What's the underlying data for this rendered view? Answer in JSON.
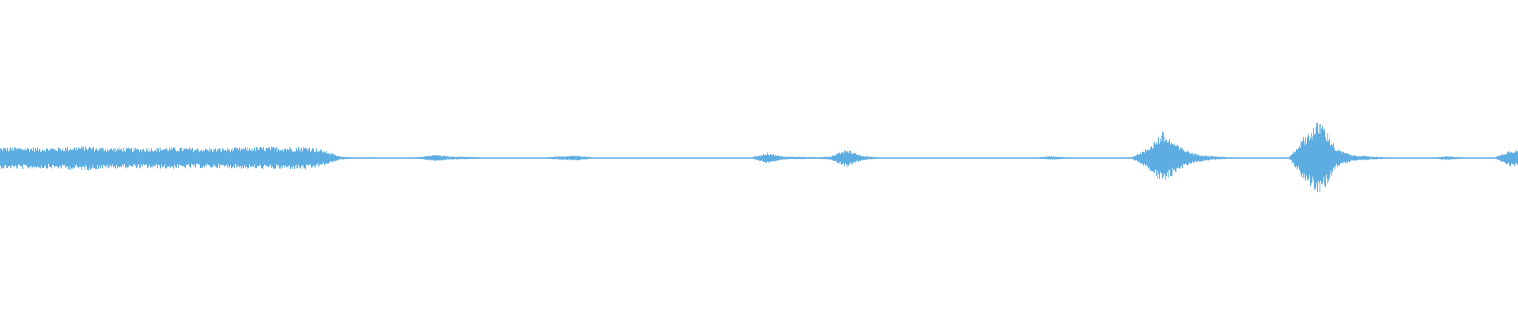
{
  "chart_data": {
    "type": "waveform",
    "title": "",
    "xlabel": "",
    "ylabel": "",
    "ylim": [
      -1,
      1
    ],
    "grid": false,
    "legend": "none",
    "color": "#5dade2",
    "background": "#ffffff",
    "envelope_bins": 96,
    "envelope": [
      0.07,
      0.072,
      0.068,
      0.07,
      0.075,
      0.078,
      0.07,
      0.068,
      0.066,
      0.068,
      0.07,
      0.068,
      0.066,
      0.064,
      0.066,
      0.07,
      0.072,
      0.074,
      0.072,
      0.076,
      0.05,
      0.01,
      0.004,
      0.005,
      0.004,
      0.004,
      0.006,
      0.022,
      0.01,
      0.008,
      0.004,
      0.004,
      0.004,
      0.004,
      0.004,
      0.012,
      0.016,
      0.004,
      0.003,
      0.003,
      0.003,
      0.003,
      0.003,
      0.003,
      0.003,
      0.003,
      0.003,
      0.004,
      0.035,
      0.01,
      0.008,
      0.005,
      0.01,
      0.06,
      0.015,
      0.004,
      0.003,
      0.002,
      0.002,
      0.002,
      0.003,
      0.003,
      0.003,
      0.003,
      0.003,
      0.003,
      0.012,
      0.004,
      0.003,
      0.003,
      0.003,
      0.004,
      0.06,
      0.17,
      0.08,
      0.03,
      0.015,
      0.006,
      0.003,
      0.003,
      0.003,
      0.004,
      0.15,
      0.25,
      0.06,
      0.02,
      0.012,
      0.005,
      0.003,
      0.003,
      0.003,
      0.012,
      0.004,
      0.003,
      0.003,
      0.055
    ]
  }
}
